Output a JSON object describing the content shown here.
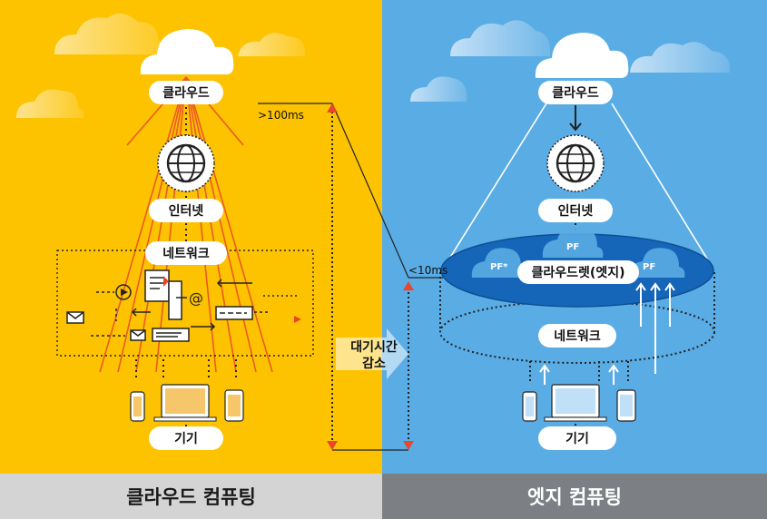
{
  "left": {
    "cloud_label": "클라우드",
    "internet_label": "인터넷",
    "network_label": "네트워크",
    "device_label": "기기",
    "latency_label": ">100ms"
  },
  "right": {
    "cloud_label": "클라우드",
    "internet_label": "인터넷",
    "cloudlet_label": "클라우드렛(엣지)",
    "network_label": "네트워크",
    "device_label": "기기",
    "latency_label": "<10ms",
    "pf_labels": [
      "PF*",
      "PF",
      "PF"
    ]
  },
  "center": {
    "reduce_line1": "대기시간",
    "reduce_line2": "감소"
  },
  "footer": {
    "left_title": "클라우드 컴퓨팅",
    "right_title": "엣지 컴퓨팅"
  },
  "colors": {
    "left_bg": "#fdc300",
    "right_bg": "#5aace4",
    "accent_red": "#e8472a",
    "cloudlet_blue": "#1565b8"
  }
}
